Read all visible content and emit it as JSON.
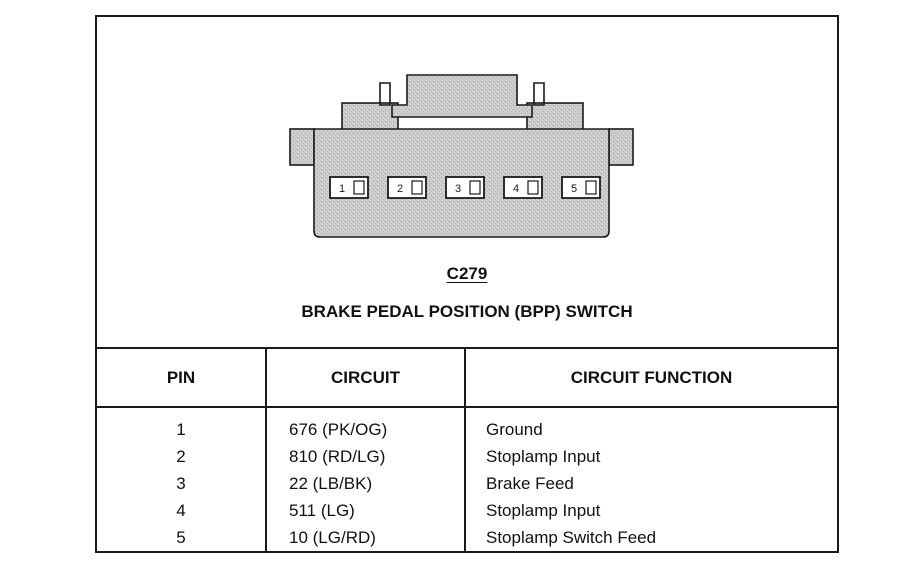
{
  "connector": {
    "id": "C279",
    "title": "BRAKE PEDAL POSITION (BPP) SWITCH",
    "pins": [
      "1",
      "2",
      "3",
      "4",
      "5"
    ],
    "fill_color": "#cfcfcf",
    "line_color": "#1a1a1a"
  },
  "table": {
    "headers": {
      "pin": "PIN",
      "circuit": "CIRCUIT",
      "function": "CIRCUIT FUNCTION"
    },
    "rows": [
      {
        "pin": "1",
        "circuit": "676 (PK/OG)",
        "function": "Ground"
      },
      {
        "pin": "2",
        "circuit": "810 (RD/LG)",
        "function": "Stoplamp Input"
      },
      {
        "pin": "3",
        "circuit": "22 (LB/BK)",
        "function": "Brake Feed"
      },
      {
        "pin": "4",
        "circuit": "511 (LG)",
        "function": "Stoplamp Input"
      },
      {
        "pin": "5",
        "circuit": "10 (LG/RD)",
        "function": "Stoplamp Switch Feed"
      }
    ]
  }
}
